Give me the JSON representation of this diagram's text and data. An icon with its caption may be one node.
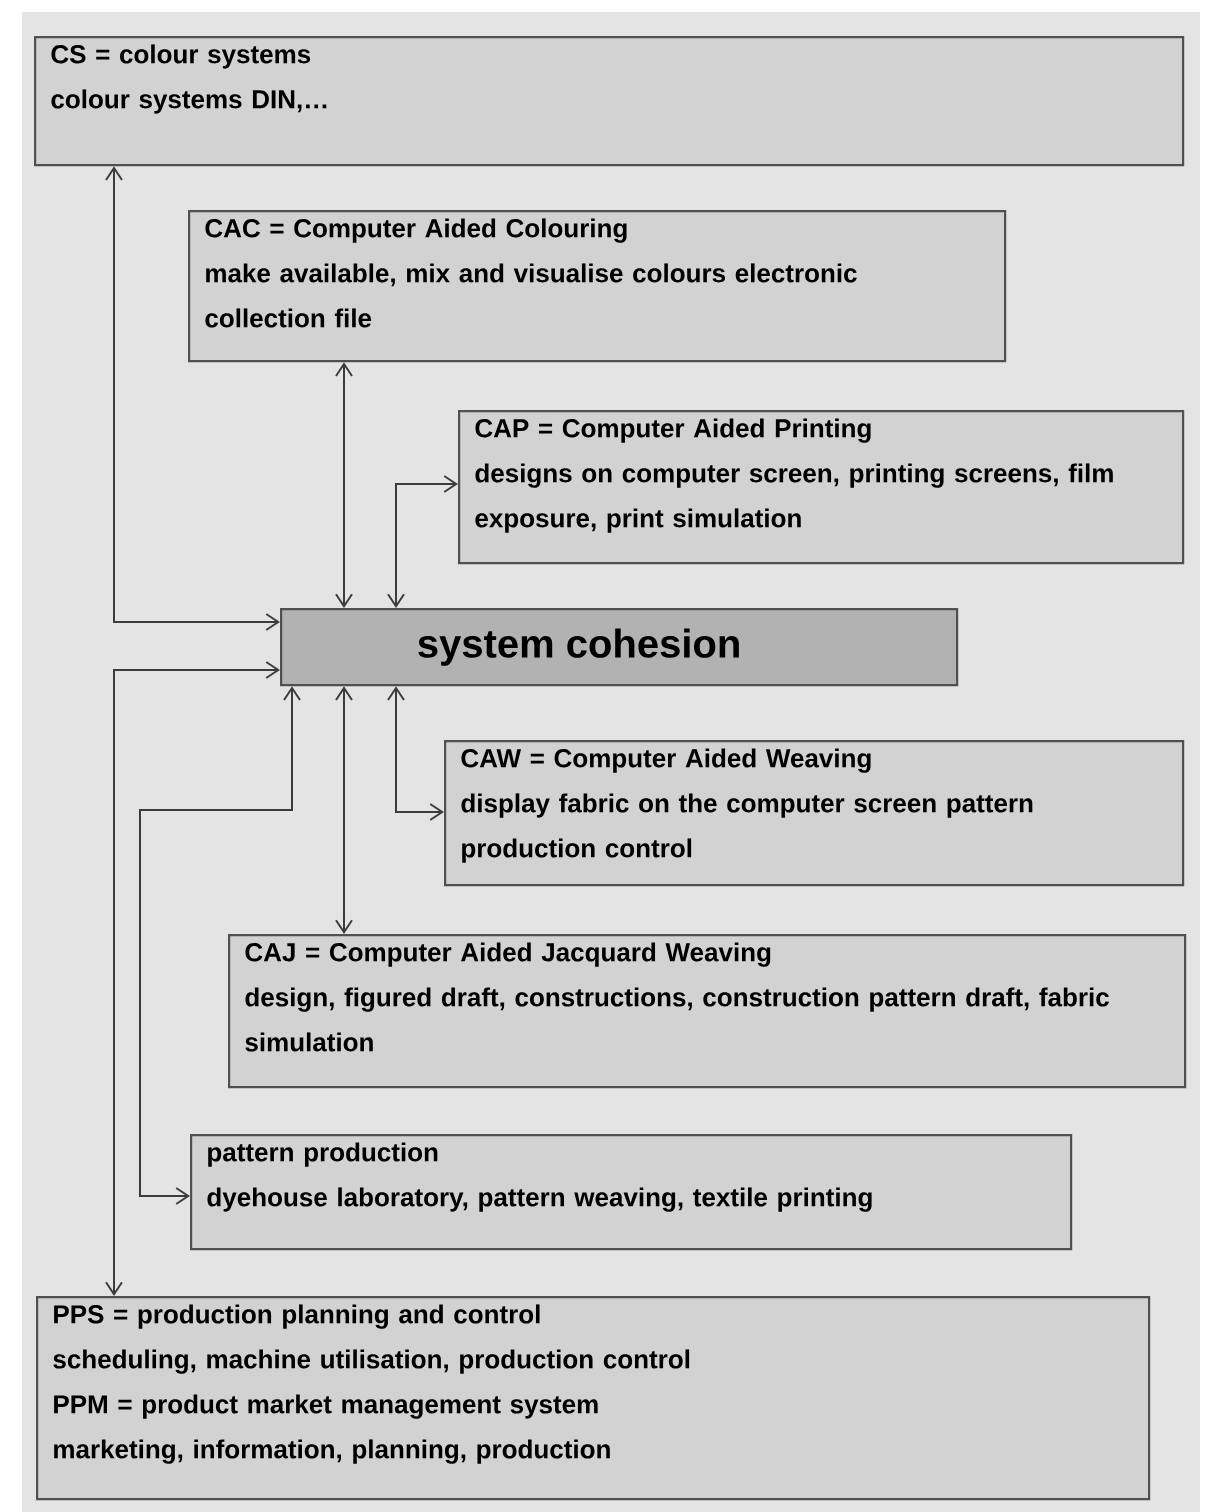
{
  "diagram": {
    "nodes": [
      {
        "text": [
          "CS = colour systems",
          "colour systems DIN,…"
        ]
      },
      {
        "text": [
          "CAC = Computer Aided Colouring",
          "make available, mix and visualise colours electronic collection file"
        ]
      },
      {
        "text": [
          "CAP = Computer Aided Printing",
          "designs on computer screen, printing screens, film exposure, print simulation"
        ]
      },
      {
        "text": [
          "system cohesion"
        ]
      },
      {
        "text": [
          "CAW = Computer Aided Weaving",
          "display fabric on the computer screen pattern production control"
        ]
      },
      {
        "text": [
          "CAJ = Computer Aided Jacquard Weaving",
          "design, figured draft, constructions, construction pattern draft, fabric simulation"
        ]
      },
      {
        "text": [
          "pattern production",
          "dyehouse laboratory, pattern weaving, textile printing"
        ]
      },
      {
        "text": [
          "PPS = production planning and control",
          "scheduling, machine utilisation, production control",
          "PPM = product market management system",
          "marketing, information, planning, production"
        ]
      }
    ],
    "edges": [
      {
        "from": 0,
        "to": 3,
        "arrow": "both"
      },
      {
        "from": 1,
        "to": 3,
        "arrow": "both"
      },
      {
        "from": 3,
        "to": 2,
        "arrow": "both"
      },
      {
        "from": 3,
        "to": 4,
        "arrow": "both"
      },
      {
        "from": 3,
        "to": 5,
        "arrow": "both"
      },
      {
        "from": 3,
        "to": 6,
        "arrow": "both"
      },
      {
        "from": 7,
        "to": 3,
        "arrow": "both"
      }
    ]
  }
}
